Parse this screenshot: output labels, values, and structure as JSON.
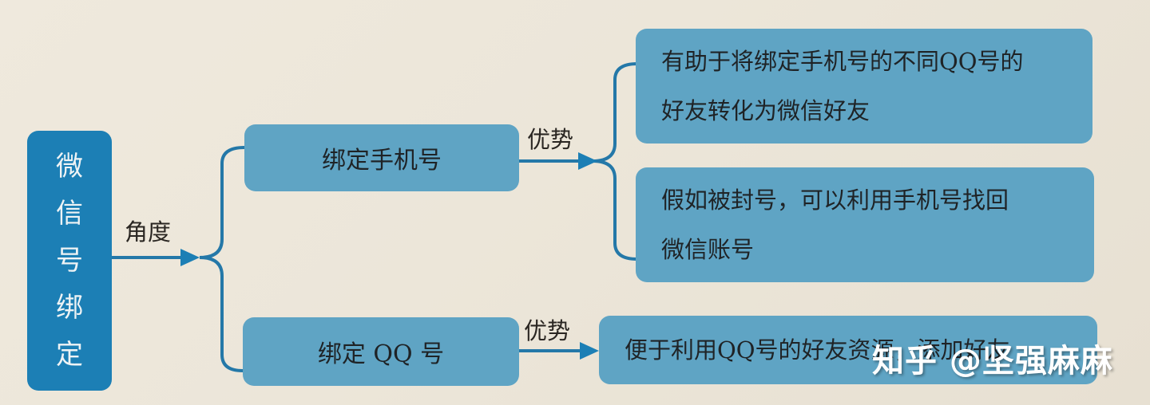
{
  "root": {
    "label": "微信号绑定",
    "chars": [
      "微",
      "信",
      "号",
      "绑",
      "定"
    ]
  },
  "edge_labels": {
    "root_to_methods": "角度",
    "phone_advantage": "优势",
    "qq_advantage": "优势"
  },
  "methods": [
    {
      "label": "绑定手机号",
      "advantages": [
        {
          "line1": "有助于将绑定手机号的不同QQ号的",
          "line2": "好友转化为微信好友"
        },
        {
          "line1": "假如被封号，可以利用手机号找回",
          "line2": "微信账号"
        }
      ]
    },
    {
      "label": "绑定 QQ 号",
      "advantages": [
        {
          "line1": "便于利用QQ号的好友资源，添加好友"
        }
      ]
    }
  ],
  "watermark": "知乎 @坚强麻麻",
  "colors": {
    "root_fill": "#1c7fb5",
    "node_fill": "#5fa4c4",
    "line": "#2478a8",
    "background": "#ece6d9"
  }
}
